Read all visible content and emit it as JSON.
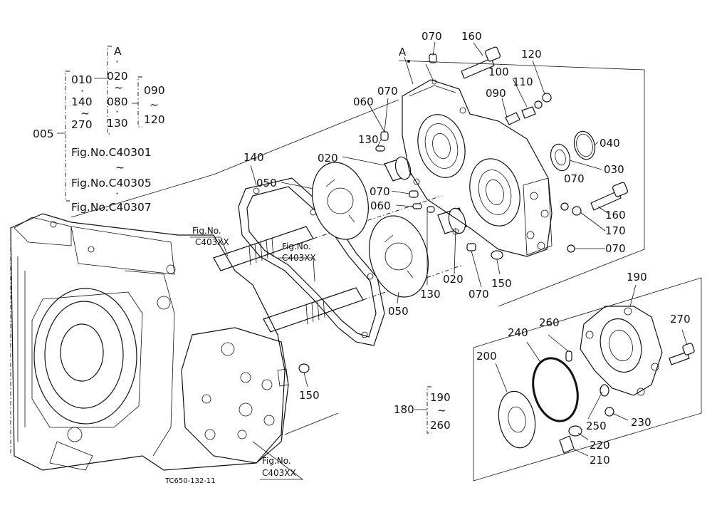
{
  "assembly": {
    "label": "005",
    "col1": [
      "010",
      "·",
      "140",
      "~",
      "270"
    ],
    "col2_head": [
      "A",
      "·"
    ],
    "col2": [
      "020",
      "~",
      "080",
      "·",
      "130"
    ],
    "col3": [
      "090",
      "~",
      "120"
    ],
    "figs": [
      "Fig.No.C40301",
      "~",
      "Fig.No.C40305",
      "·",
      "Fig.No.C40307"
    ]
  },
  "subassembly": {
    "label": "180",
    "range": [
      "190",
      "~",
      "260"
    ]
  },
  "callouts": {
    "c070a": "070",
    "c160a": "160",
    "c120": "120",
    "c100": "100",
    "c110": "110",
    "c090": "090",
    "c070b": "070",
    "c060a": "060",
    "c130a": "130",
    "c040": "040",
    "c030": "030",
    "c020a": "020",
    "c050a": "050",
    "c140": "140",
    "c070c": "070",
    "c060b": "060",
    "c070d": "070",
    "c160b": "160",
    "c170": "170",
    "c070e": "070",
    "c020b": "020",
    "c130b": "130",
    "c070f": "070",
    "c150a": "150",
    "c050b": "050",
    "c190": "190",
    "c260": "260",
    "c240": "240",
    "c270": "270",
    "c200": "200",
    "c250": "250",
    "c230": "230",
    "c220": "220",
    "c210": "210",
    "c150b": "150",
    "ref_a": "A"
  },
  "fig_refs": {
    "r1": [
      "Fig.No.",
      "C403XX"
    ],
    "r2": [
      "Fig.No.",
      "C403XX"
    ],
    "r3": [
      "Fig.No.",
      "C403XX"
    ]
  },
  "drawing_code": "TC650-132-11"
}
